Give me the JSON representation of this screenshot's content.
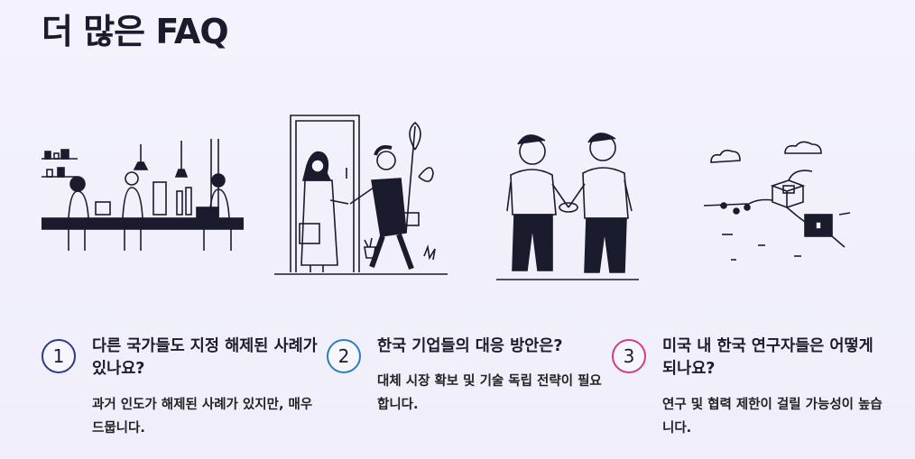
{
  "title": "더 많은 FAQ",
  "colors": {
    "circle1": "#2c3a8e",
    "circle2": "#2a7dc4",
    "circle3": "#d23a8a"
  },
  "faqs": [
    {
      "number": "1",
      "question": "다른 국가들도 지정 해제된 사례가 있나요?",
      "answer": "과거 인도가 해제된 사례가 있지만, 매우 드뭅니다."
    },
    {
      "number": "2",
      "question": "한국 기업들의 대응 방안은?",
      "answer": "대체 시장 확보 및 기술 독립 전략이 필요합니다."
    },
    {
      "number": "3",
      "question": "미국 내 한국 연구자들은 어떻게 되나요?",
      "answer": "연구 및 협력 제한이 걸릴 가능성이 높습니다."
    }
  ]
}
